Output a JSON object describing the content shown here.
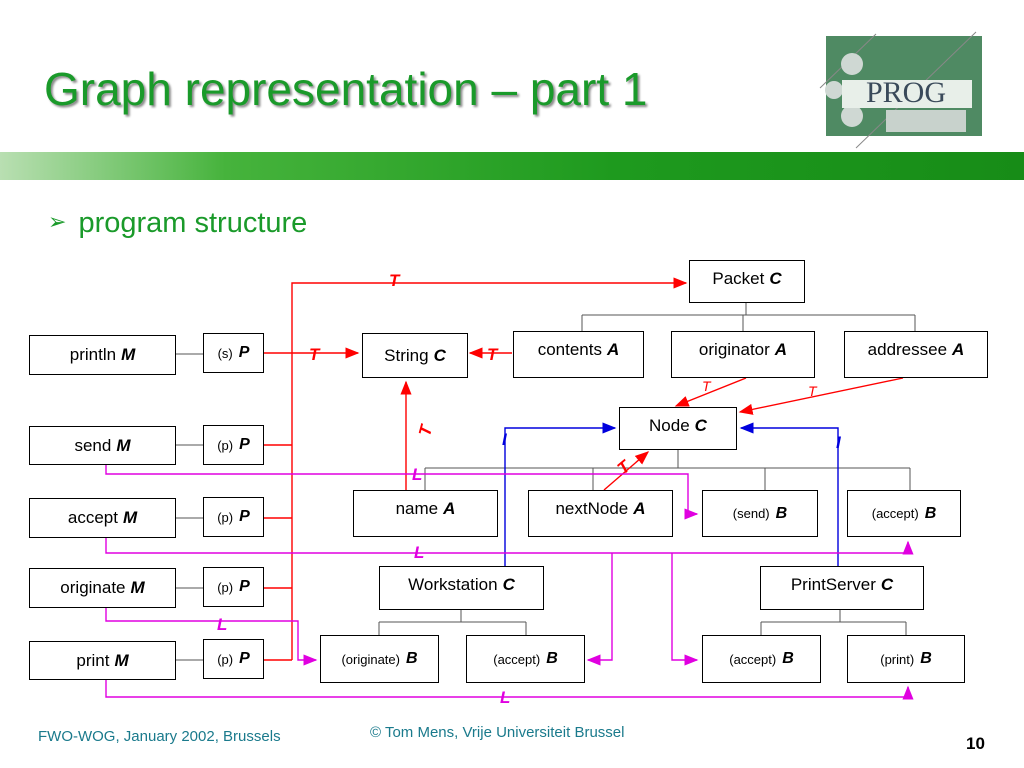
{
  "slide": {
    "title": "Graph representation – part 1",
    "bullet": "program structure",
    "logo_text": "PROG",
    "footer_left": "FWO-WOG, January 2002, Brussels",
    "footer_center": "© Tom Mens, Vrije Universiteit Brussel",
    "page_number": "10"
  },
  "colors": {
    "title": "#1a9a2a",
    "T": "#ff0000",
    "L": "#e000e0",
    "I": "#0000dd"
  },
  "nodes": {
    "packet": {
      "name": "Packet",
      "kind": "C"
    },
    "string": {
      "name": "String",
      "kind": "C"
    },
    "contents": {
      "name": "contents",
      "kind": "A"
    },
    "originator": {
      "name": "originator",
      "kind": "A"
    },
    "addressee": {
      "name": "addressee",
      "kind": "A"
    },
    "node": {
      "name": "Node",
      "kind": "C"
    },
    "println": {
      "name": "println",
      "kind": "M"
    },
    "send": {
      "name": "send",
      "kind": "M"
    },
    "accept": {
      "name": "accept",
      "kind": "M"
    },
    "originate": {
      "name": "originate",
      "kind": "M"
    },
    "print": {
      "name": "print",
      "kind": "M"
    },
    "p_s": {
      "name": "(s)",
      "kind": "P"
    },
    "p_p1": {
      "name": "(p)",
      "kind": "P"
    },
    "p_p2": {
      "name": "(p)",
      "kind": "P"
    },
    "p_p3": {
      "name": "(p)",
      "kind": "P"
    },
    "p_p4": {
      "name": "(p)",
      "kind": "P"
    },
    "name": {
      "name": "name",
      "kind": "A"
    },
    "nextnode": {
      "name": "nextNode",
      "kind": "A"
    },
    "b_send": {
      "name": "(send)",
      "kind": "B"
    },
    "b_accept1": {
      "name": "(accept)",
      "kind": "B"
    },
    "workstation": {
      "name": "Workstation",
      "kind": "C"
    },
    "printserver": {
      "name": "PrintServer",
      "kind": "C"
    },
    "b_originate": {
      "name": "(originate)",
      "kind": "B"
    },
    "b_accept2": {
      "name": "(accept)",
      "kind": "B"
    },
    "b_accept3": {
      "name": "(accept)",
      "kind": "B"
    },
    "b_print": {
      "name": "(print)",
      "kind": "B"
    }
  },
  "edge_labels": {
    "t_packet": "T",
    "t_string_left": "T",
    "t_string_right": "T",
    "t_name": "T",
    "t_orig1": "T",
    "t_orig2": "T",
    "t_next": "T",
    "l1": "L",
    "l2": "L",
    "l3": "L",
    "l4": "L",
    "i_left": "I",
    "i_right": "I"
  }
}
